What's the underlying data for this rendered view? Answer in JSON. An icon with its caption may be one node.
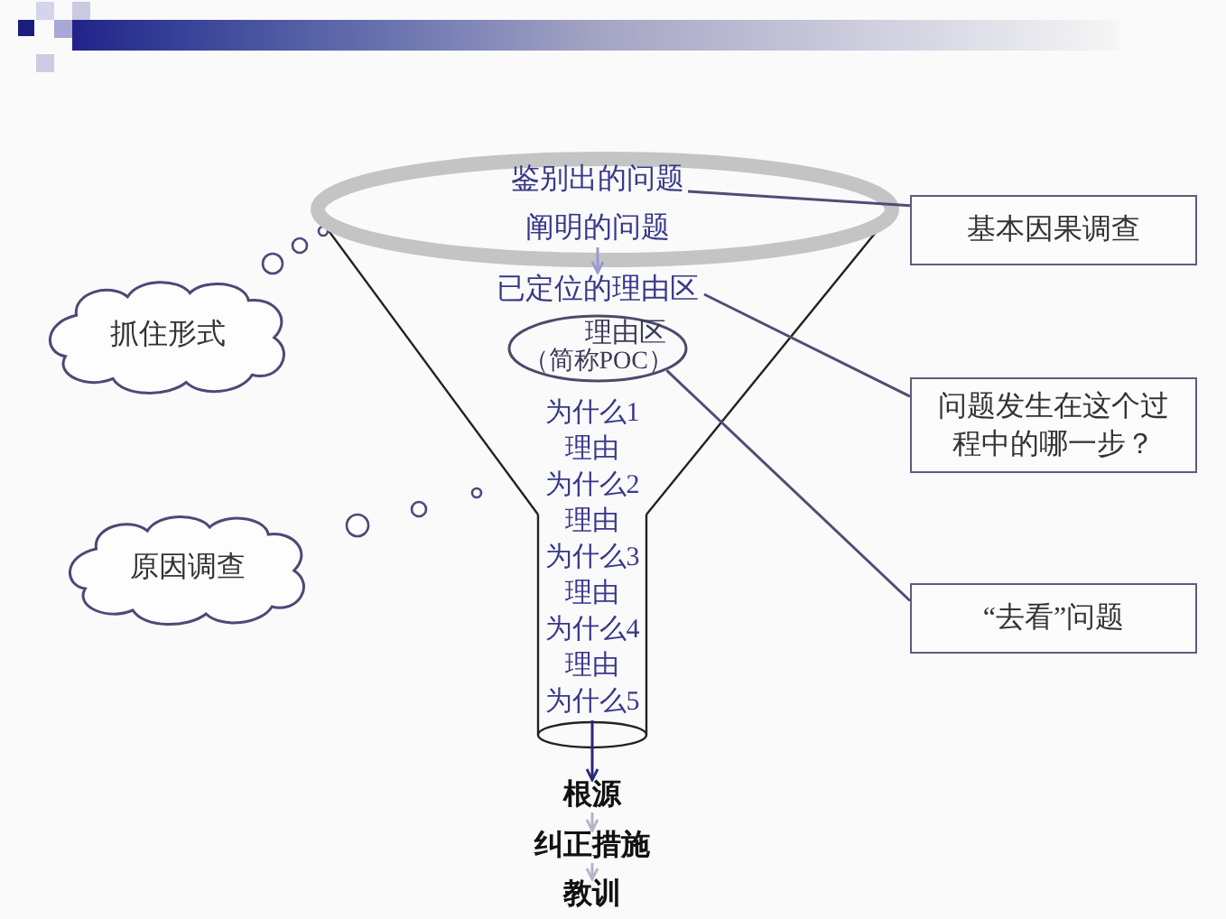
{
  "diagram": {
    "nodes": [
      {
        "text": [],
        "shape": "ellipse"
      },
      {
        "text": [
          "鉴别出的问题"
        ],
        "in": 0
      },
      {
        "text": [
          "阐明的问题"
        ],
        "in": 0
      },
      {
        "text": [
          "基本因果调查"
        ]
      },
      {
        "text": [
          "抓住形式"
        ]
      },
      {
        "text": [
          "已定位的理由区"
        ]
      },
      {
        "text": [
          "理由区",
          "（简称POC）"
        ]
      },
      {
        "text": [
          "问题发生在这个过程中的哪一步？"
        ]
      },
      {
        "text": [
          "为什么1"
        ]
      },
      {
        "text": [
          "理由"
        ]
      },
      {
        "text": [
          "为什么2"
        ]
      },
      {
        "text": [
          "原因调查"
        ]
      },
      {
        "text": [
          "理由"
        ]
      },
      {
        "text": [
          "为什么3"
        ]
      },
      {
        "text": [
          "“去看”问题"
        ]
      },
      {
        "text": [
          "理由"
        ]
      },
      {
        "text": [
          "为什么4"
        ]
      },
      {
        "text": [
          "理由"
        ]
      },
      {
        "text": [
          "为什么5"
        ]
      },
      {
        "text": [
          "根源"
        ]
      },
      {
        "text": [
          "纠正措施"
        ]
      },
      {
        "text": [
          "教训"
        ]
      }
    ],
    "edges": [
      {
        "from": 3,
        "to": 1,
        "arrow": "none"
      },
      {
        "from": 2,
        "to": 5,
        "arrow": "to",
        "color": "#9a9ad2"
      },
      {
        "from": 7,
        "to": 5,
        "arrow": "none"
      },
      {
        "from": 14,
        "to": 6,
        "arrow": "none"
      },
      {
        "from": 18,
        "to": 19,
        "arrow": "to",
        "color": "#2a2a78"
      },
      {
        "from": 19,
        "to": 20,
        "arrow": "to",
        "color": "#b4b4c8"
      },
      {
        "from": 20,
        "to": 21,
        "arrow": "to",
        "color": "#b4b4c8"
      }
    ]
  }
}
